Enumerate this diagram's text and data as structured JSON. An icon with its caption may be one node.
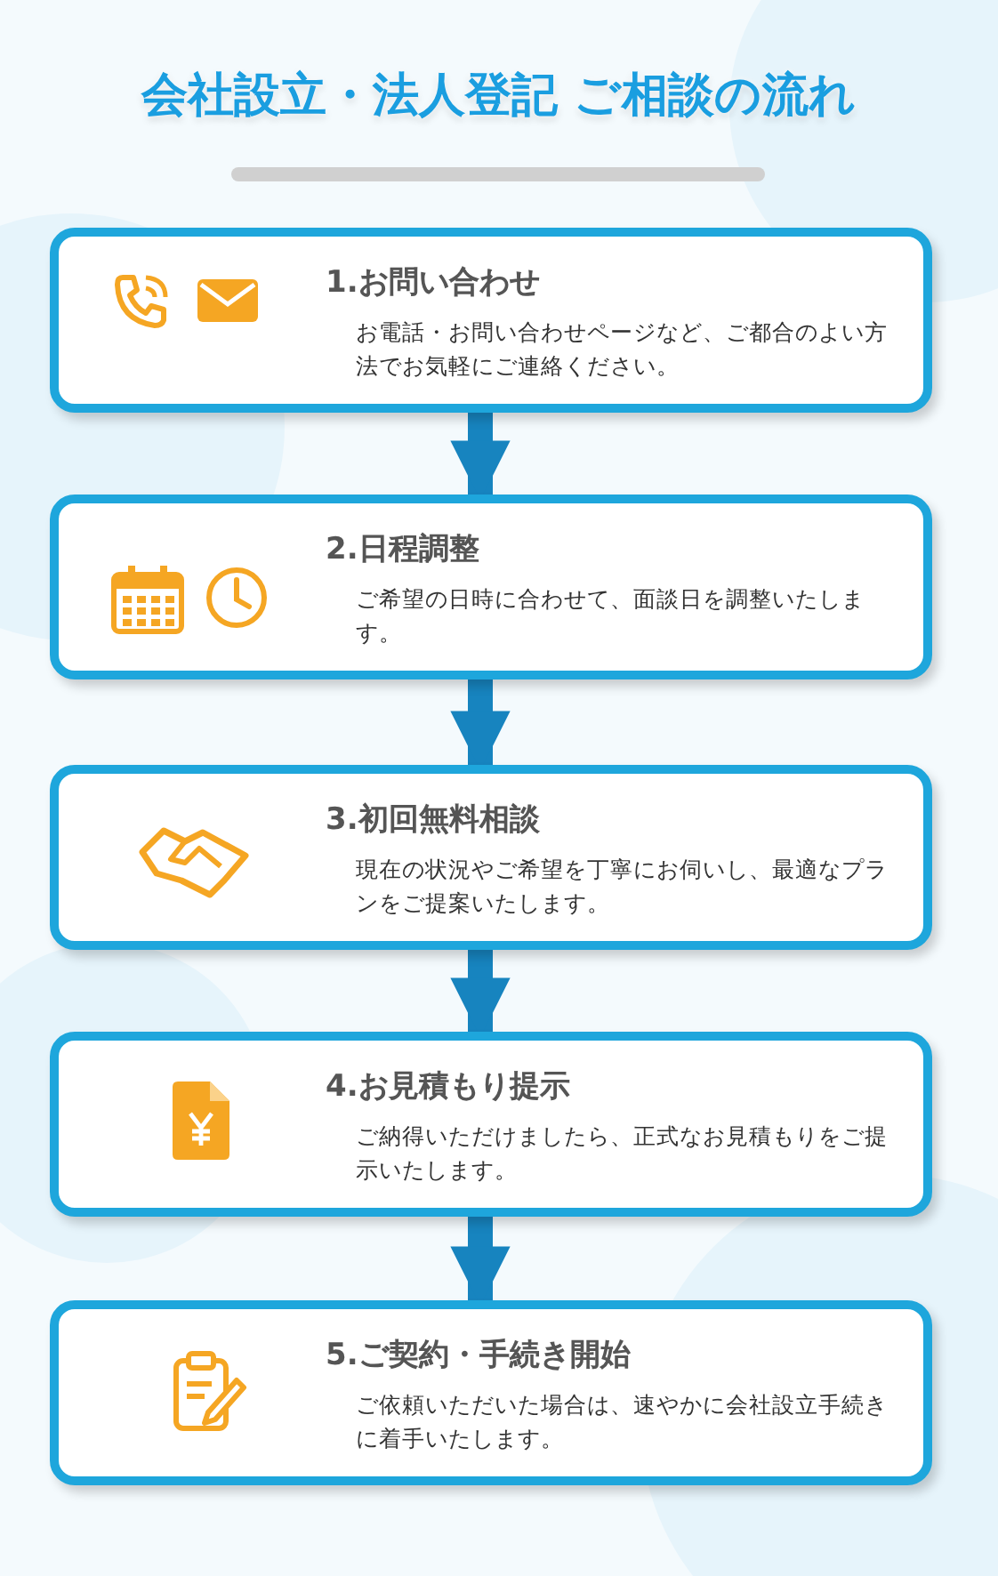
{
  "diagram": {
    "title": "会社設立・法人登記 ご相談の流れ",
    "nodes": [
      {
        "text": [
          "1.お問い合わせ",
          "お電話・お問い合わせページなど、ご都合のよい方法でお気軽にご連絡ください。"
        ]
      },
      {
        "text": [
          "2.日程調整",
          "ご希望の日時に合わせて、面談日を調整いたします。"
        ]
      },
      {
        "text": [
          "3.初回無料相談",
          "現在の状況やご希望を丁寧にお伺いし、最適なプランをご提案いたします。"
        ]
      },
      {
        "text": [
          "4.お見積もり提示",
          "ご納得いただけましたら、正式なお見積もりをご提示いたします。"
        ]
      },
      {
        "text": [
          "5.ご契約・手続き開始",
          "ご依頼いただいた場合は、速やかに会社設立手続きに着手いたします。"
        ]
      }
    ],
    "edges": [
      {
        "from": 0,
        "to": 1,
        "arrow": "to"
      },
      {
        "from": 1,
        "to": 2,
        "arrow": "to"
      },
      {
        "from": 2,
        "to": 3,
        "arrow": "to"
      },
      {
        "from": 3,
        "to": 4,
        "arrow": "to"
      }
    ]
  }
}
